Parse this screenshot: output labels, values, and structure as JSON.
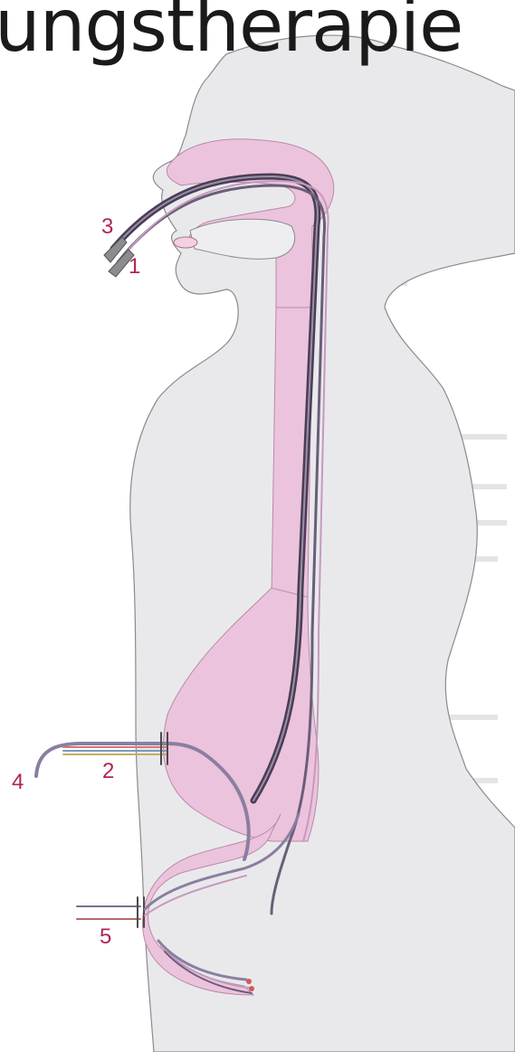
{
  "header": {
    "title_fragment": "ungstherapie"
  },
  "diagram": {
    "labels": {
      "one": "1",
      "two": "2",
      "three": "3",
      "four": "4",
      "five": "5"
    },
    "colors": {
      "body_fill": "#e9e9ec",
      "body_stroke": "#8a8a90",
      "tract_fill": "#ecc3dc",
      "tract_stroke": "#b98aa6",
      "tube_dark": "#4a3d55",
      "label_color": "#b0245a"
    }
  }
}
